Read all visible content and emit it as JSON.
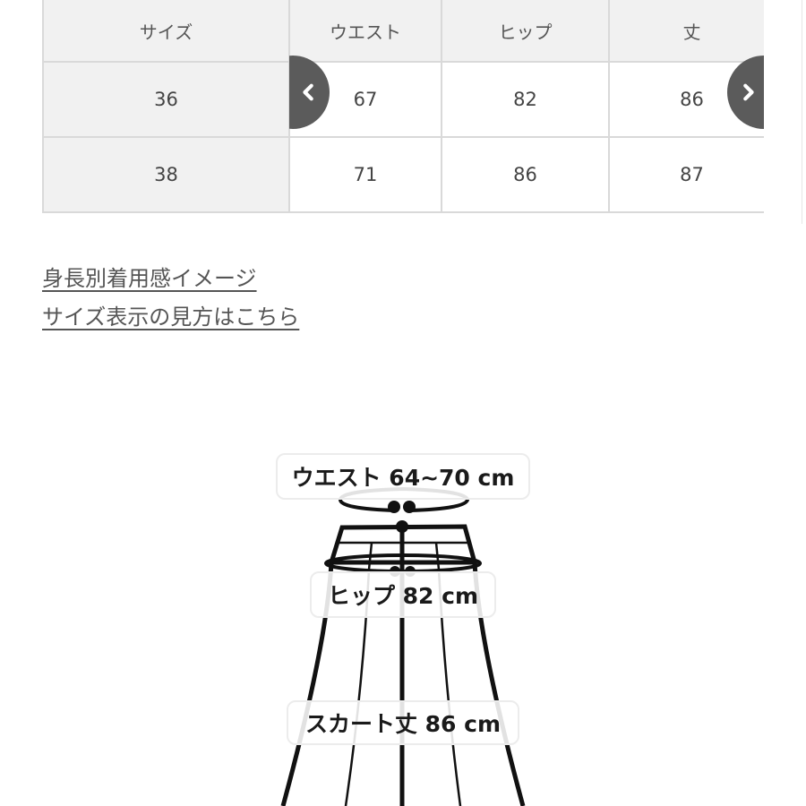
{
  "size_table": {
    "headers": [
      "サイズ",
      "ウエスト",
      "ヒップ",
      "丈"
    ],
    "rows": [
      {
        "size": "36",
        "waist": "67",
        "hip": "82",
        "length": "86"
      },
      {
        "size": "38",
        "waist": "71",
        "hip": "86",
        "length": "87"
      }
    ],
    "nav": {
      "prev_icon": "chevron-left-icon",
      "next_icon": "chevron-right-icon",
      "button_color": "#5b5b5b"
    }
  },
  "links": {
    "height_fit": "身長別着用感イメージ",
    "size_guide": "サイズ表示の見方はこちら"
  },
  "diagram": {
    "waist_label": "ウエスト 64~70 cm",
    "hip_label": "ヒップ 82 cm",
    "length_label": "スカート丈 86 cm"
  }
}
